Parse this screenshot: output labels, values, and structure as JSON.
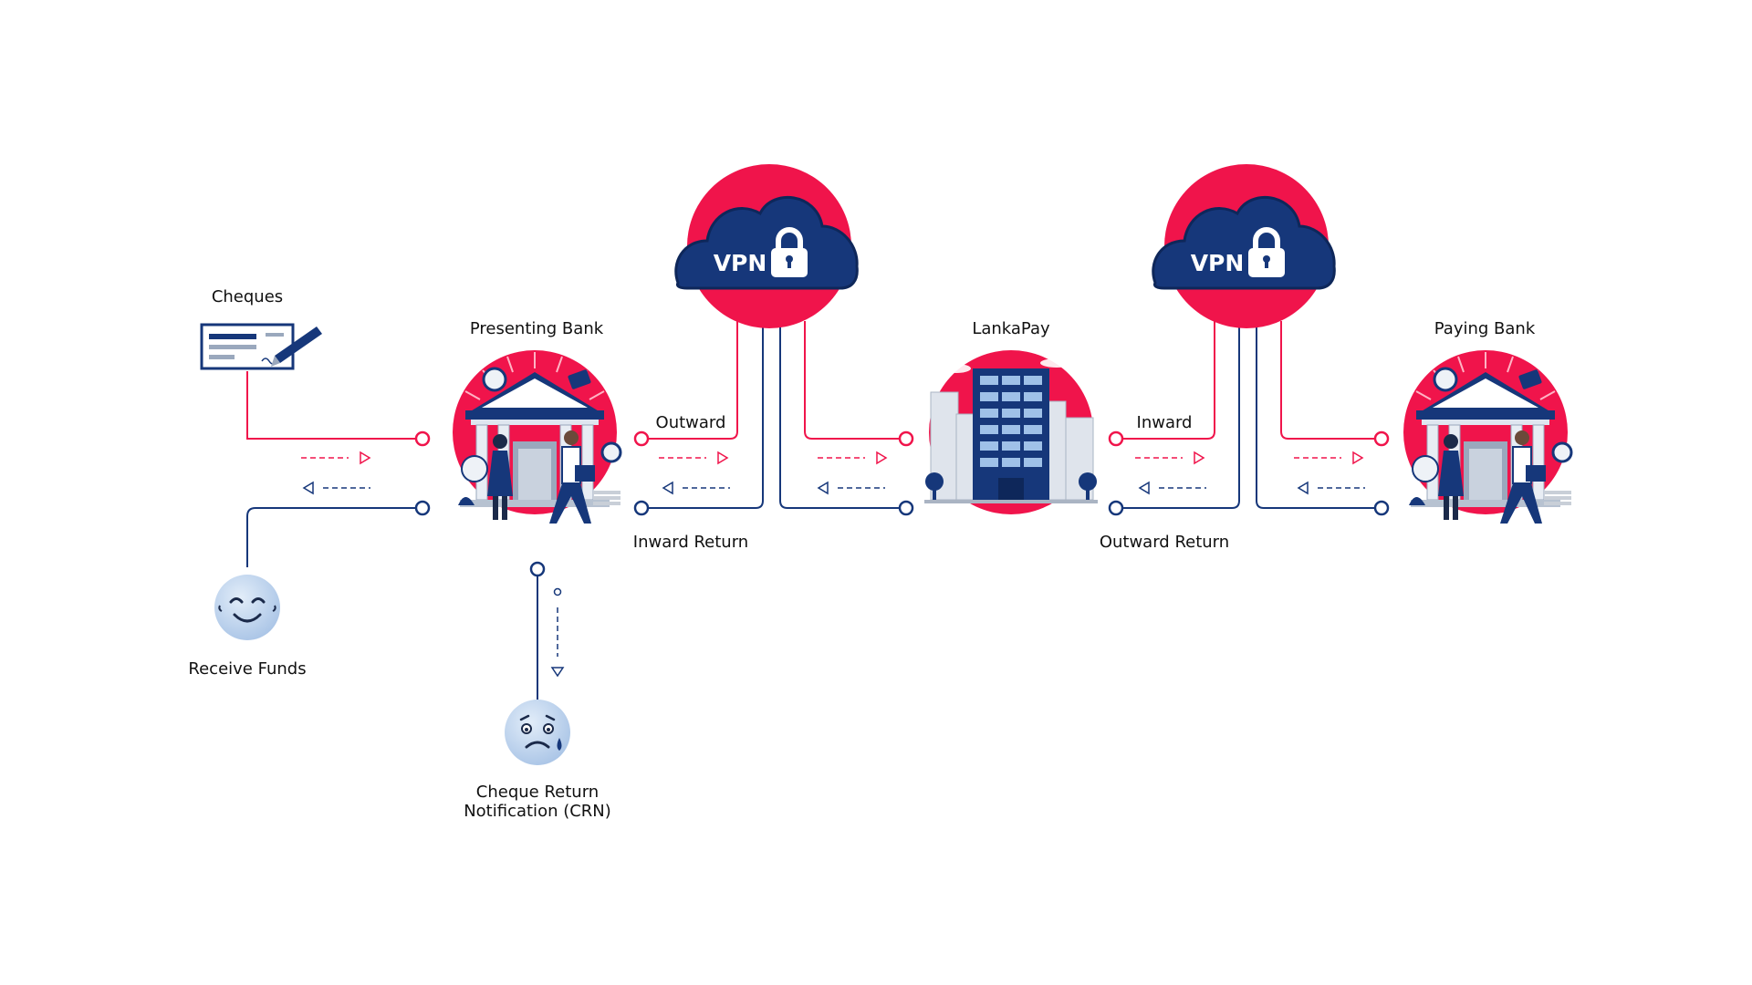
{
  "labels": {
    "cheques": "Cheques",
    "presenting_bank": "Presenting Bank",
    "lankapay": "LankaPay",
    "paying_bank": "Paying Bank",
    "outward": "Outward",
    "inward_return": "Inward Return",
    "inward": "Inward",
    "outward_return": "Outward Return",
    "receive_funds": "Receive Funds",
    "crn_line1": "Cheque Return",
    "crn_line2": "Notification (CRN)",
    "vpn_left": "VPN",
    "vpn_right": "VPN"
  },
  "colors": {
    "red": "#f0144b",
    "navy": "#16377a",
    "light_blue": "#bcd3ee",
    "grey": "#c9cfd8"
  },
  "icons": [
    "cheque-icon",
    "bank-building-icon",
    "vpn-cloud-lock-icon",
    "office-tower-icon",
    "smiley-face-icon",
    "sad-face-icon"
  ]
}
